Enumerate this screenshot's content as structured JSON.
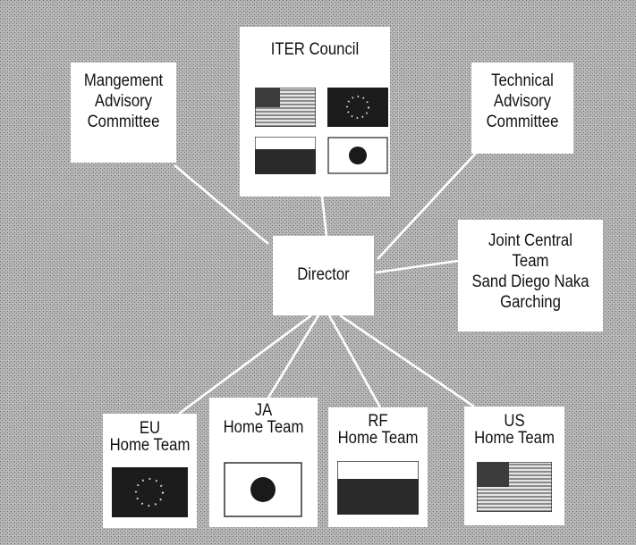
{
  "nodes": {
    "council": {
      "title": "ITER Council"
    },
    "management_advisory": {
      "lines": [
        "Mangement",
        "Advisory",
        "Committee"
      ]
    },
    "technical_advisory": {
      "lines": [
        "Technical",
        "Advisory",
        "Committee"
      ]
    },
    "director": {
      "label": "Director"
    },
    "joint_central_team": {
      "lines": [
        "Joint Central",
        "Team",
        "Sand Diego Naka",
        "Garching"
      ]
    },
    "home_teams": [
      {
        "code": "EU",
        "label": "Home Team",
        "flag": "eu-flag"
      },
      {
        "code": "JA",
        "label": "Home Team",
        "flag": "japan-flag"
      },
      {
        "code": "RF",
        "label": "Home Team",
        "flag": "russia-flag"
      },
      {
        "code": "US",
        "label": "Home Team",
        "flag": "us-flag"
      }
    ]
  },
  "council_flags": [
    "us-flag",
    "eu-flag",
    "russia-flag",
    "japan-flag"
  ],
  "colors": {
    "background": "#a9a9a9",
    "box": "#ffffff",
    "connector": "#ffffff",
    "ink": "#111111"
  }
}
